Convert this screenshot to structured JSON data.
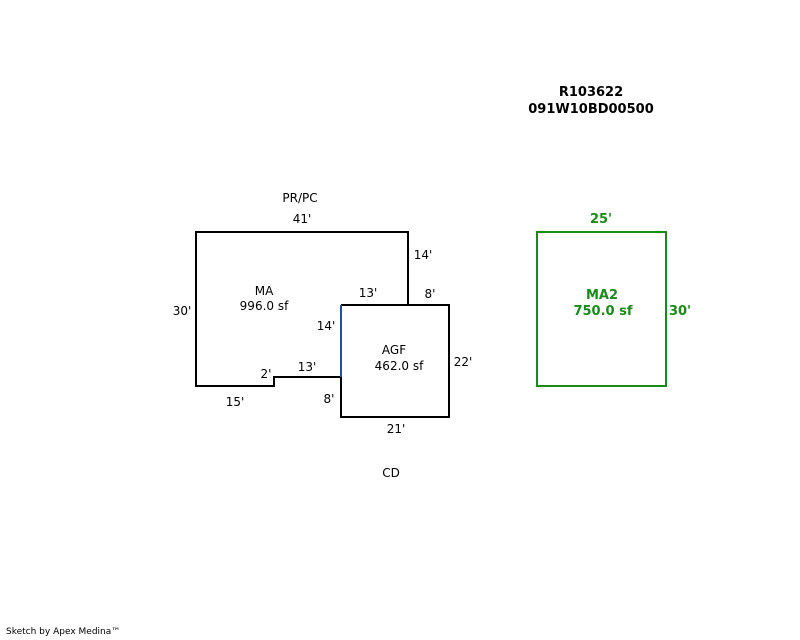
{
  "header": {
    "parcel_id": "R103622",
    "map_number": "091W10BD00500"
  },
  "areas": {
    "ma": {
      "name": "MA",
      "area": "996.0 sf"
    },
    "agf": {
      "name": "AGF",
      "area": "462.0 sf"
    },
    "ma2": {
      "name": "MA2",
      "area": "750.0 sf"
    }
  },
  "dimensions": {
    "ma_top": "41'",
    "ma_right_upper": "14'",
    "ma_left": "30'",
    "ma_step_inner": "13'",
    "ma_step_notch": "8'",
    "ma_inner_vertical": "14'",
    "ma_step_small": "2'",
    "ma_lower_step": "13'",
    "ma_bottom": "15'",
    "agf_right": "22'",
    "agf_left_lower": "8'",
    "agf_bottom": "21'",
    "ma2_top": "25'",
    "ma2_right": "30'"
  },
  "labels": {
    "top_label": "PR/PC",
    "bottom_label": "CD"
  },
  "colors": {
    "outline": "#000000",
    "shared_wall": "#1f4fa0",
    "ma2": "#1a8a1a"
  },
  "footer": {
    "credit": "Sketch by Apex Medina™"
  }
}
